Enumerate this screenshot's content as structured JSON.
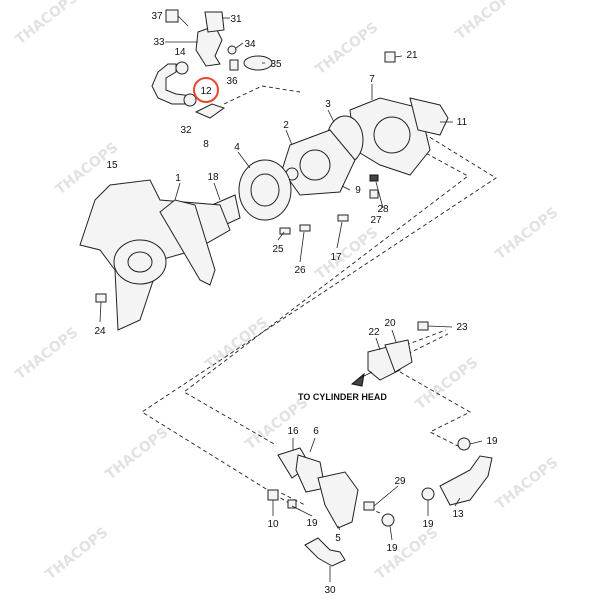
{
  "diagram": {
    "watermark": "THACOPS",
    "note": "TO CYLINDER HEAD",
    "highlight": "12",
    "callouts": [
      "37",
      "31",
      "33",
      "14",
      "34",
      "36",
      "35",
      "21",
      "12",
      "7",
      "32",
      "8",
      "3",
      "11",
      "2",
      "15",
      "1",
      "4",
      "18",
      "9",
      "28",
      "27",
      "25",
      "26",
      "17",
      "24",
      "22",
      "20",
      "23",
      "16",
      "6",
      "19",
      "13",
      "10",
      "29",
      "5",
      "30"
    ]
  }
}
